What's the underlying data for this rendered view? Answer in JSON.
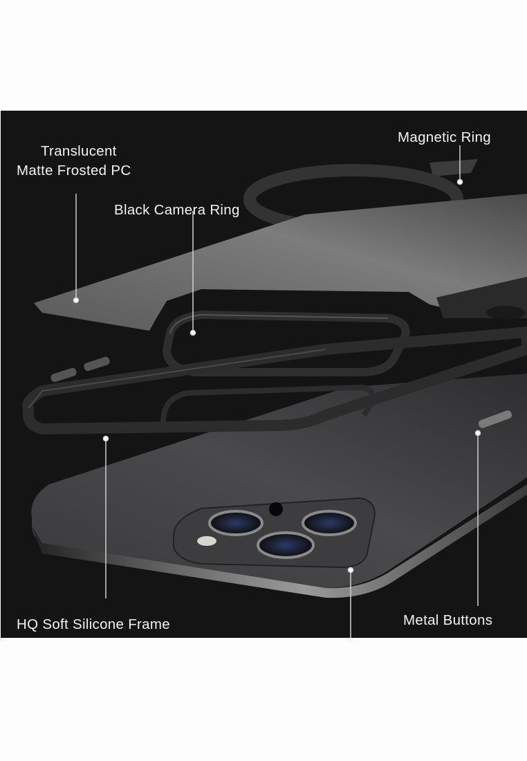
{
  "product_image": {
    "description": "Exploded view of a phone case over a dark-gray smartphone with triple rear cameras",
    "background_color": "#141414",
    "page_background": "#fdfdfd",
    "callouts": [
      {
        "id": "pc",
        "line1": "Translucent",
        "line2": "Matte Frosted PC"
      },
      {
        "id": "magnetic",
        "label": "Magnetic Ring"
      },
      {
        "id": "camera_ring",
        "label": "Black Camera Ring"
      },
      {
        "id": "frame",
        "label": "HQ Soft Silicone Frame"
      },
      {
        "id": "buttons",
        "label": "Metal Buttons"
      }
    ]
  }
}
